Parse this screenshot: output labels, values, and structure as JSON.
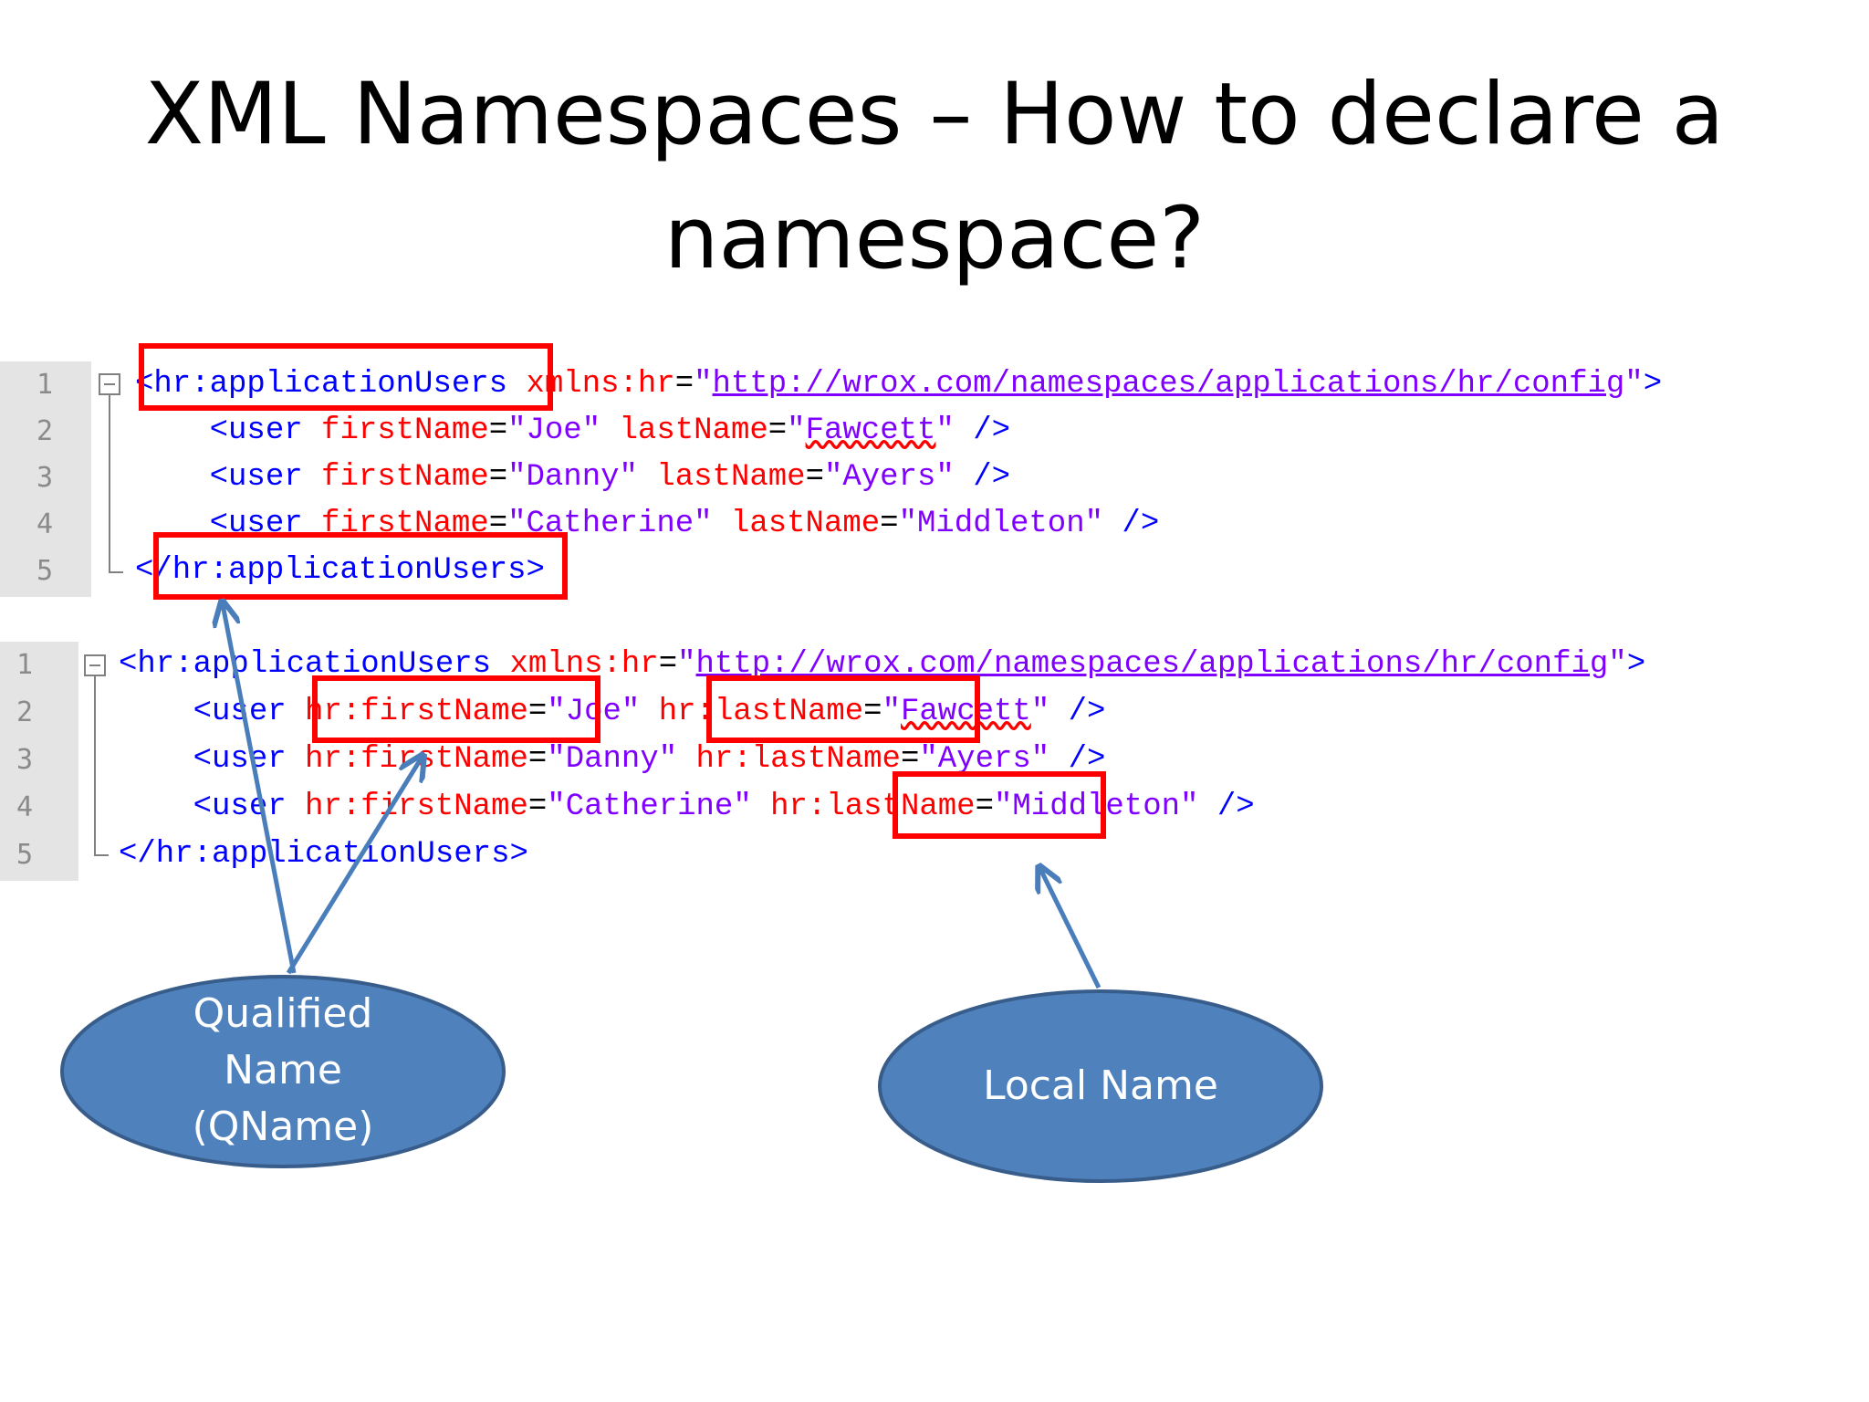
{
  "slide": {
    "title": "XML Namespaces – How to declare a namespace?"
  },
  "code_block_1": {
    "line_numbers": [
      "1",
      "2",
      "3",
      "4",
      "5"
    ],
    "lines": [
      [
        {
          "t": "<hr:applicationUsers",
          "c": "tag"
        },
        {
          "t": " xmlns:hr",
          "c": "attr"
        },
        {
          "t": "=",
          "c": "plain"
        },
        {
          "t": "\"",
          "c": "val"
        },
        {
          "t": "http://wrox.com/namespaces/applications/hr/config",
          "c": "url"
        },
        {
          "t": "\"",
          "c": "val"
        },
        {
          "t": ">",
          "c": "tag"
        }
      ],
      [
        {
          "t": "    <user",
          "c": "tag"
        },
        {
          "t": " firstName",
          "c": "attr"
        },
        {
          "t": "=",
          "c": "plain"
        },
        {
          "t": "\"Joe\"",
          "c": "val"
        },
        {
          "t": " lastName",
          "c": "attr"
        },
        {
          "t": "=",
          "c": "plain"
        },
        {
          "t": "\"",
          "c": "val"
        },
        {
          "t": "Fawcett",
          "c": "spell"
        },
        {
          "t": "\"",
          "c": "val"
        },
        {
          "t": " />",
          "c": "tag"
        }
      ],
      [
        {
          "t": "    <user",
          "c": "tag"
        },
        {
          "t": " firstName",
          "c": "attr"
        },
        {
          "t": "=",
          "c": "plain"
        },
        {
          "t": "\"Danny\"",
          "c": "val"
        },
        {
          "t": " lastName",
          "c": "attr"
        },
        {
          "t": "=",
          "c": "plain"
        },
        {
          "t": "\"Ayers\"",
          "c": "val"
        },
        {
          "t": " />",
          "c": "tag"
        }
      ],
      [
        {
          "t": "    <user",
          "c": "tag"
        },
        {
          "t": " firstName",
          "c": "attr"
        },
        {
          "t": "=",
          "c": "plain"
        },
        {
          "t": "\"Catherine\"",
          "c": "val"
        },
        {
          "t": " lastName",
          "c": "attr"
        },
        {
          "t": "=",
          "c": "plain"
        },
        {
          "t": "\"Middleton\"",
          "c": "val"
        },
        {
          "t": " />",
          "c": "tag"
        }
      ],
      [
        {
          "t": "</hr:applicationUsers>",
          "c": "tag"
        }
      ]
    ]
  },
  "code_block_2": {
    "line_numbers": [
      "1",
      "2",
      "3",
      "4",
      "5"
    ],
    "lines": [
      [
        {
          "t": "<hr:applicationUsers",
          "c": "tag"
        },
        {
          "t": " xmlns:hr",
          "c": "attr"
        },
        {
          "t": "=",
          "c": "plain"
        },
        {
          "t": "\"",
          "c": "val"
        },
        {
          "t": "http://wrox.com/namespaces/applications/hr/config",
          "c": "url"
        },
        {
          "t": "\"",
          "c": "val"
        },
        {
          "t": ">",
          "c": "tag"
        }
      ],
      [
        {
          "t": "    <user",
          "c": "tag"
        },
        {
          "t": " hr:firstName",
          "c": "attr"
        },
        {
          "t": "=",
          "c": "plain"
        },
        {
          "t": "\"Joe\"",
          "c": "val"
        },
        {
          "t": " hr:lastName",
          "c": "attr"
        },
        {
          "t": "=",
          "c": "plain"
        },
        {
          "t": "\"",
          "c": "val"
        },
        {
          "t": "Fawcett",
          "c": "spell"
        },
        {
          "t": "\"",
          "c": "val"
        },
        {
          "t": " />",
          "c": "tag"
        }
      ],
      [
        {
          "t": "    <user",
          "c": "tag"
        },
        {
          "t": " hr:firstName",
          "c": "attr"
        },
        {
          "t": "=",
          "c": "plain"
        },
        {
          "t": "\"Danny\"",
          "c": "val"
        },
        {
          "t": " hr:lastName",
          "c": "attr"
        },
        {
          "t": "=",
          "c": "plain"
        },
        {
          "t": "\"Ayers\"",
          "c": "val"
        },
        {
          "t": " />",
          "c": "tag"
        }
      ],
      [
        {
          "t": "    <user",
          "c": "tag"
        },
        {
          "t": " hr:firstName",
          "c": "attr"
        },
        {
          "t": "=",
          "c": "plain"
        },
        {
          "t": "\"Catherine\"",
          "c": "val"
        },
        {
          "t": " hr:lastName",
          "c": "attr"
        },
        {
          "t": "=",
          "c": "plain"
        },
        {
          "t": "\"Middleton\"",
          "c": "val"
        },
        {
          "t": " />",
          "c": "tag"
        }
      ],
      [
        {
          "t": "</hr:applicationUsers>",
          "c": "tag"
        }
      ]
    ]
  },
  "callouts": {
    "qualified_name": {
      "line1": "Qualified",
      "line2": "Name",
      "line3": "(QName)"
    },
    "local_name": {
      "label": "Local Name"
    }
  },
  "colors": {
    "tag": "#0000ff",
    "attribute": "#ff0000",
    "value": "#8000ff",
    "highlight_box": "#ff0000",
    "bubble_fill": "#4f81bd",
    "bubble_stroke": "#385d8a",
    "arrow": "#4a7ebb"
  },
  "icons": {
    "fold_marker": "collapse-minus-icon"
  }
}
